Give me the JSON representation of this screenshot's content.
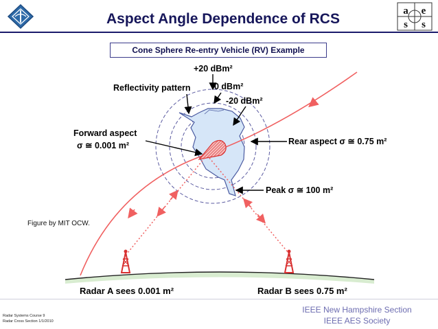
{
  "title": "Aspect Angle Dependence of RCS",
  "subtitle": "Cone Sphere Re-entry Vehicle (RV) Example",
  "labels": {
    "plus20": "+20 dBm²",
    "reflectivity": "Reflectivity pattern",
    "zero": "0 dBm²",
    "minus20": "-20 dBm²",
    "forward_aspect": "Forward aspect",
    "forward_sigma": "σ ≅ 0.001 m²",
    "rear_aspect": "Rear aspect σ ≅ 0.75 m²",
    "peak": "Peak σ ≅ 100 m²",
    "radar_a": "Radar A sees 0.001 m²",
    "radar_b": "Radar B sees 0.75 m²"
  },
  "credit": "Figure by MIT OCW.",
  "footer": {
    "course": "Radar Systems Course 9",
    "section": "Radar Cross Section 1/1/2010",
    "ieee_section": "IEEE New Hampshire Section",
    "ieee_society": "IEEE AES Society"
  },
  "logo_right_letters": [
    "a",
    "e",
    "s",
    "s"
  ],
  "colors": {
    "title": "#16165a",
    "trajectory": "#f06060",
    "rings": "#5a5aa0",
    "pattern_fill": "#d6e6f8",
    "vehicle": "#e85050",
    "ground": "#d8ecd0",
    "footer_text": "#6c6cb0"
  },
  "icons": {
    "logo_left": "ieee-logo-icon",
    "logo_right": "aess-logo-icon",
    "radar_tower": "radar-tower-icon"
  }
}
